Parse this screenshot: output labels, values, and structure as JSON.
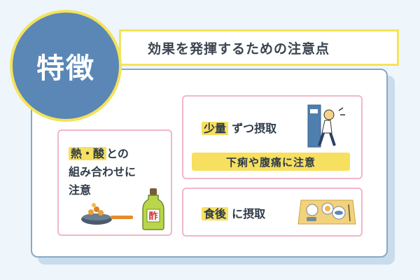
{
  "badge": {
    "label": "特徴"
  },
  "header": {
    "title": "効果を発揮するための注意点"
  },
  "cards": {
    "left": {
      "highlight": "熱・酸",
      "line1_rest": "との",
      "line2": "組み合わせに",
      "line3": "注意",
      "bottle_label": "酢"
    },
    "top": {
      "highlight": "少量",
      "rest": "ずつ摂取",
      "warning": "下痢や腹痛に注意"
    },
    "bottom": {
      "highlight": "食後",
      "rest": "に摂取"
    }
  },
  "colors": {
    "accent_yellow": "#f7df5f",
    "circle_blue": "#5a87b6",
    "card_border_pink": "#f1b7c7",
    "panel_border": "#8aa8c4"
  },
  "icons": [
    "frying-pan-icon",
    "vinegar-bottle-icon",
    "toilet-rush-icon",
    "meal-tray-icon"
  ]
}
